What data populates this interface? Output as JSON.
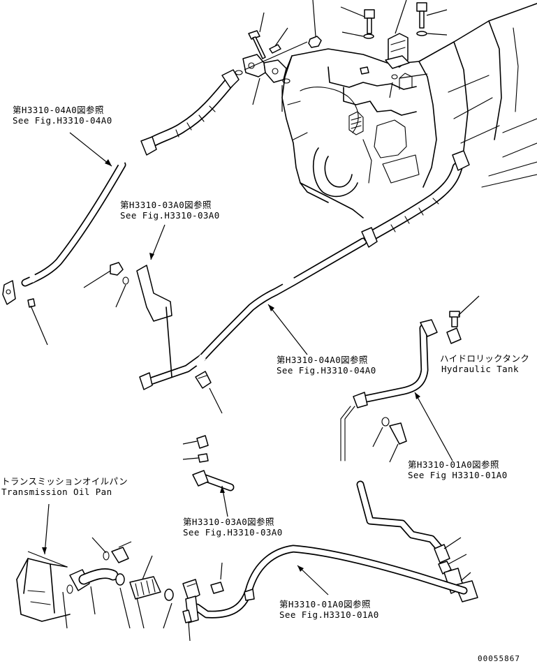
{
  "references": [
    {
      "id": "ref-h3310-04a0-upper",
      "jp": "第H3310-04A0図参照",
      "en": "See Fig.H3310-04A0"
    },
    {
      "id": "ref-h3310-03a0-upper",
      "jp": "第H3310-03A0図参照",
      "en": "See Fig.H3310-03A0"
    },
    {
      "id": "ref-h3310-04a0-middle",
      "jp": "第H3310-04A0図参照",
      "en": "See Fig.H3310-04A0"
    },
    {
      "id": "ref-h3310-01a0-right",
      "jp": "第H3310-01A0図参照",
      "en": "See Fig H3310-01A0"
    },
    {
      "id": "ref-h3310-03a0-lower",
      "jp": "第H3310-03A0図参照",
      "en": "See Fig.H3310-03A0"
    },
    {
      "id": "ref-h3310-01a0-lower",
      "jp": "第H3310-01A0図参照",
      "en": "See Fig.H3310-01A0"
    }
  ],
  "components": {
    "hydraulic_tank": {
      "jp": "ハイドロリックタンク",
      "en": "Hydraulic Tank"
    },
    "transmission_oil_pan": {
      "jp": "トランスミッションオイルパン",
      "en": "Transmission Oil Pan"
    }
  },
  "drawing_number": "00055867"
}
